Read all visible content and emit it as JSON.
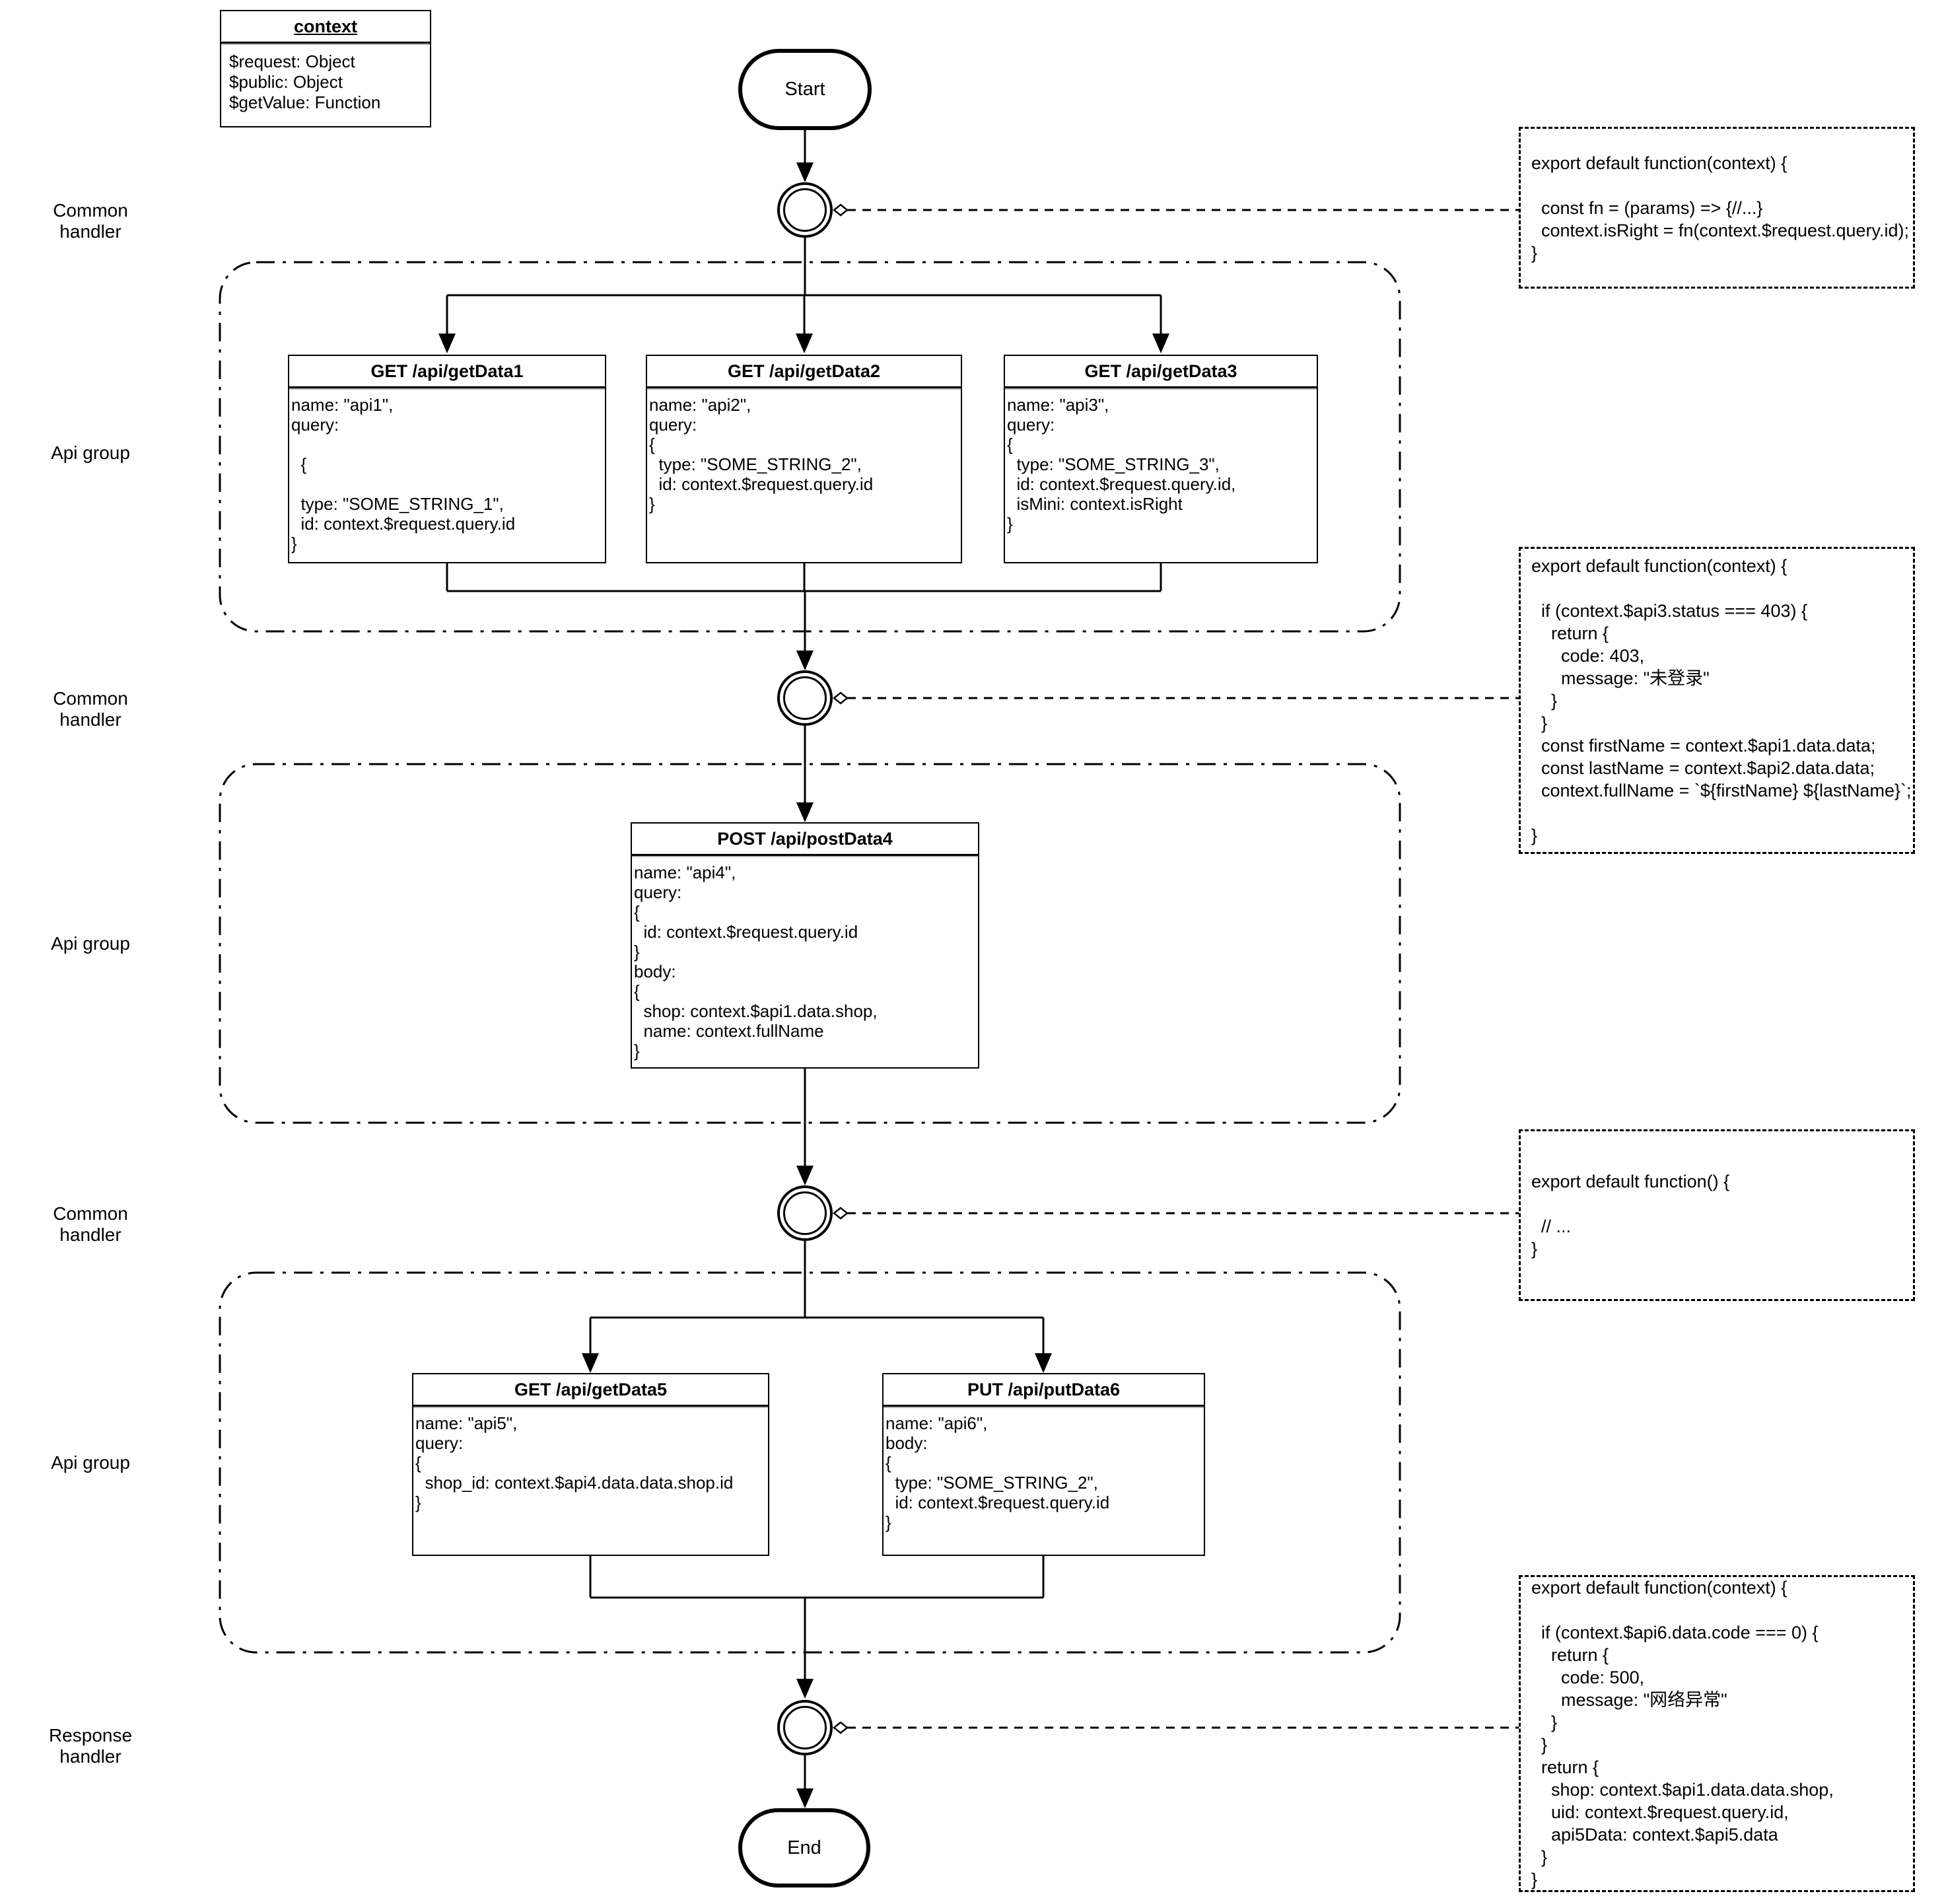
{
  "context_box": {
    "title": "context",
    "fields": [
      "$request: Object",
      "$public: Object",
      "$getValue: Function"
    ]
  },
  "terminals": {
    "start": "Start",
    "end": "End"
  },
  "lanes": [
    {
      "label": "Common handler"
    },
    {
      "label": "Api group"
    },
    {
      "label": "Common handler"
    },
    {
      "label": "Api group"
    },
    {
      "label": "Common handler"
    },
    {
      "label": "Api group"
    },
    {
      "label": "Response handler"
    }
  ],
  "api_boxes": [
    {
      "title": "GET /api/getData1",
      "body": "name: \"api1\",\nquery:\n\n  {\n\n  type: \"SOME_STRING_1\",\n  id: context.$request.query.id\n}"
    },
    {
      "title": "GET /api/getData2",
      "body": "name: \"api2\",\nquery:\n{\n  type: \"SOME_STRING_2\",\n  id: context.$request.query.id\n}"
    },
    {
      "title": "GET /api/getData3",
      "body": "name: \"api3\",\nquery:\n{\n  type: \"SOME_STRING_3\",\n  id: context.$request.query.id,\n  isMini: context.isRight\n}"
    },
    {
      "title": "POST /api/postData4",
      "body": "name: \"api4\",\nquery:\n{\n  id: context.$request.query.id\n}\nbody:\n{\n  shop: context.$api1.data.shop,\n  name: context.fullName\n}"
    },
    {
      "title": "GET /api/getData5",
      "body": "name: \"api5\",\nquery:\n{\n  shop_id: context.$api4.data.data.shop.id\n}"
    },
    {
      "title": "PUT /api/putData6",
      "body": "name: \"api6\",\nbody:\n{\n  type: \"SOME_STRING_2\",\n  id: context.$request.query.id\n}"
    }
  ],
  "code_boxes": [
    {
      "code": "export default function(context) {\n\n  const fn = (params) => {//...}\n  context.isRight = fn(context.$request.query.id);\n}"
    },
    {
      "code": "export default function(context) {\n\n  if (context.$api3.status === 403) {\n    return {\n      code: 403,\n      message: \"未登录\"\n    }\n  }\n  const firstName = context.$api1.data.data;\n  const lastName = context.$api2.data.data;\n  context.fullName = `${firstName} ${lastName}`;\n\n}"
    },
    {
      "code": "export default function() {\n\n  // ...\n}"
    },
    {
      "code": "export default function(context) {\n\n  if (context.$api6.data.code === 0) {\n    return {\n      code: 500,\n      message: \"网络异常\"\n    }\n  }\n  return {\n    shop: context.$api1.data.data.shop,\n    uid: context.$request.query.id,\n    api5Data: context.$api5.data\n  }\n}"
    }
  ]
}
